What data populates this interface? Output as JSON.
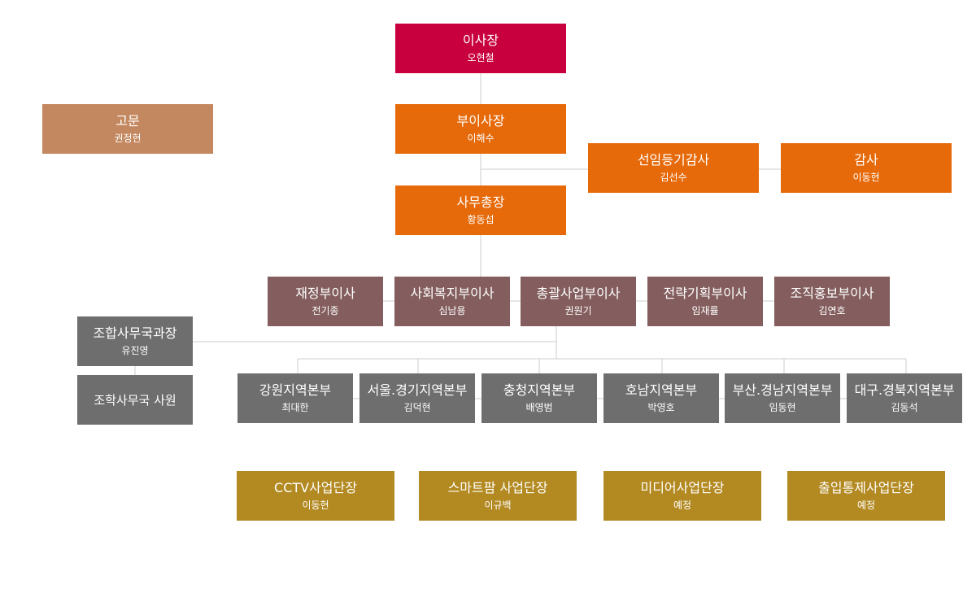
{
  "chairman": {
    "title": "이사장",
    "name": "오현철"
  },
  "vice_chairman": {
    "title": "부이사장",
    "name": "이해수"
  },
  "advisor": {
    "title": "고문",
    "name": "권정현"
  },
  "auditor_elect": {
    "title": "선임등기감사",
    "name": "김선수"
  },
  "auditor": {
    "title": "감사",
    "name": "이동현"
  },
  "secretary_general": {
    "title": "사무총장",
    "name": "황동섭"
  },
  "vice_presidents": [
    {
      "title": "재정부이사",
      "name": "전기종"
    },
    {
      "title": "사회복지부이사",
      "name": "심남용"
    },
    {
      "title": "총괄사업부이사",
      "name": "권원기"
    },
    {
      "title": "전략기획부이사",
      "name": "임재률"
    },
    {
      "title": "조직홍보부이사",
      "name": "김연호"
    }
  ],
  "union_office_manager": {
    "title": "조합사무국과장",
    "name": "유진영"
  },
  "union_office_staff": {
    "title": "조학사무국 사원"
  },
  "regional_headquarters": [
    {
      "title": "강원지역본부",
      "name": "최대한"
    },
    {
      "title": "서울.경기지역본부",
      "name": "김덕현"
    },
    {
      "title": "충청지역본부",
      "name": "배영범"
    },
    {
      "title": "호남지역본부",
      "name": "박영호"
    },
    {
      "title": "부산.경남지역본부",
      "name": "임동현"
    },
    {
      "title": "대구.경북지역본부",
      "name": "김동석"
    }
  ],
  "business_units": [
    {
      "title": "CCTV사업단장",
      "name": "이동현"
    },
    {
      "title": "스마트팜 사업단장",
      "name": "이규백"
    },
    {
      "title": "미디어사업단장",
      "name": "예정"
    },
    {
      "title": "출입통제사업단장",
      "name": "예정"
    }
  ],
  "colors": {
    "chairman": "#c8003e",
    "executive": "#e66a0a",
    "advisor": "#c48860",
    "vice_president": "#845e5e",
    "regional": "#6e6e6e",
    "business": "#b38a22",
    "connector": "#cccccc"
  }
}
